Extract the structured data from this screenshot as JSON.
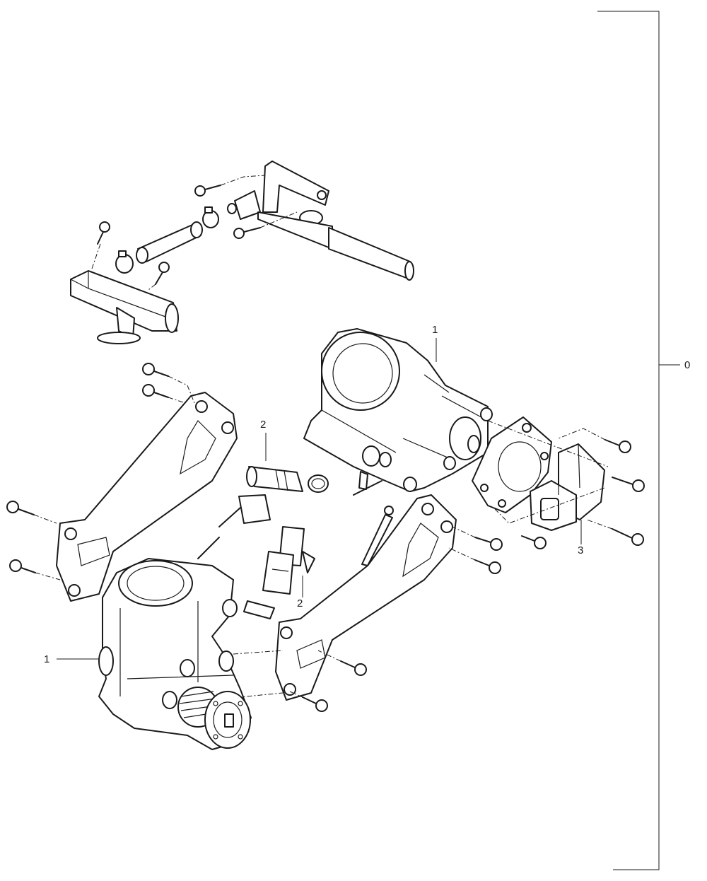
{
  "callouts": {
    "assembly": "0",
    "throttle_body_upper": "1",
    "throttle_body_lower": "1",
    "injector_upper": "2",
    "injector_lower": "2",
    "position_sensor": "3"
  }
}
